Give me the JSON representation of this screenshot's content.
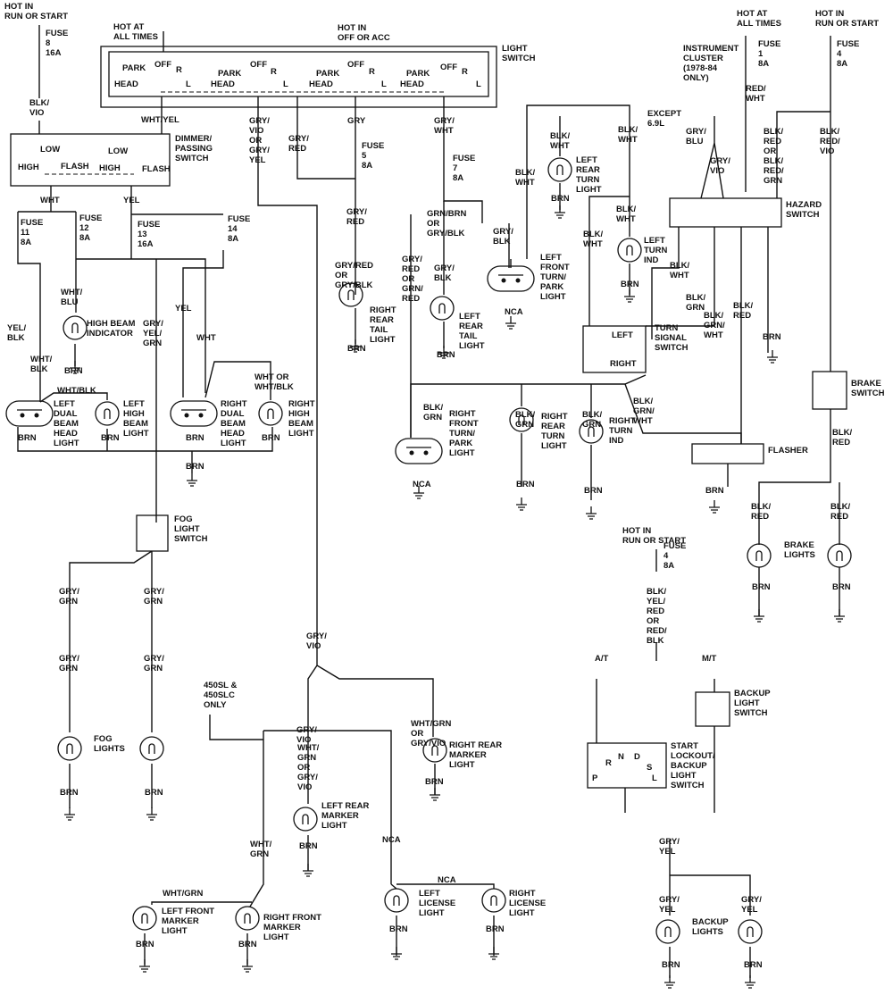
{
  "title": "Exterior Lighting Wiring Diagram",
  "labels": [
    {
      "id": "hot_rs_1",
      "text": "HOT IN\nRUN OR START"
    },
    {
      "id": "fuse8",
      "text": "FUSE\n8\n16A"
    },
    {
      "id": "blkvio_1",
      "text": "BLK/\nVIO"
    },
    {
      "id": "hot_all_1",
      "text": "HOT AT\nALL TIMES"
    },
    {
      "id": "hot_off_acc",
      "text": "HOT IN\nOFF OR ACC"
    },
    {
      "id": "light_switch",
      "text": "LIGHT\nSWITCH"
    },
    {
      "id": "ls_park1",
      "text": "PARK"
    },
    {
      "id": "ls_off1",
      "text": "OFF"
    },
    {
      "id": "ls_r1",
      "text": "R"
    },
    {
      "id": "ls_head1",
      "text": "HEAD"
    },
    {
      "id": "ls_l1",
      "text": "L"
    },
    {
      "id": "ls_park2",
      "text": "PARK"
    },
    {
      "id": "ls_off2",
      "text": "OFF"
    },
    {
      "id": "ls_r2",
      "text": "R"
    },
    {
      "id": "ls_head2",
      "text": "HEAD"
    },
    {
      "id": "ls_l2",
      "text": "L"
    },
    {
      "id": "ls_park3",
      "text": "PARK"
    },
    {
      "id": "ls_off3",
      "text": "OFF"
    },
    {
      "id": "ls_r3",
      "text": "R"
    },
    {
      "id": "ls_head3",
      "text": "HEAD"
    },
    {
      "id": "ls_l3",
      "text": "L"
    },
    {
      "id": "ls_park4",
      "text": "PARK"
    },
    {
      "id": "ls_off4",
      "text": "OFF"
    },
    {
      "id": "ls_r4",
      "text": "R"
    },
    {
      "id": "ls_head4",
      "text": "HEAD"
    },
    {
      "id": "ls_l4",
      "text": "L"
    },
    {
      "id": "whtyel",
      "text": "WHT/YEL"
    },
    {
      "id": "gryvio_or",
      "text": "GRY/\nVIO\nOR\nGRY/\nYEL"
    },
    {
      "id": "gryred_1",
      "text": "GRY/\nRED"
    },
    {
      "id": "gry_1",
      "text": "GRY"
    },
    {
      "id": "grywht",
      "text": "GRY/\nWHT"
    },
    {
      "id": "fuse5",
      "text": "FUSE\n5\n8A"
    },
    {
      "id": "fuse7",
      "text": "FUSE\n7\n8A"
    },
    {
      "id": "dimmer",
      "text": "DIMMER/\nPASSING\nSWITCH"
    },
    {
      "id": "low1",
      "text": "LOW"
    },
    {
      "id": "low2",
      "text": "LOW"
    },
    {
      "id": "high1",
      "text": "HIGH"
    },
    {
      "id": "flash1",
      "text": "FLASH"
    },
    {
      "id": "high2",
      "text": "HIGH"
    },
    {
      "id": "flash2",
      "text": "FLASH"
    },
    {
      "id": "wht_1",
      "text": "WHT"
    },
    {
      "id": "yel_1",
      "text": "YEL"
    },
    {
      "id": "fuse11",
      "text": "FUSE\n11\n8A"
    },
    {
      "id": "fuse12",
      "text": "FUSE\n12\n8A"
    },
    {
      "id": "fuse13",
      "text": "FUSE\n13\n16A"
    },
    {
      "id": "fuse14",
      "text": "FUSE\n14\n8A"
    },
    {
      "id": "whtblu",
      "text": "WHT/\nBLU"
    },
    {
      "id": "hb_ind",
      "text": "HIGH BEAM\nINDICATOR"
    },
    {
      "id": "brn_hbi",
      "text": "BRN"
    },
    {
      "id": "yelblk",
      "text": "YEL/\nBLK"
    },
    {
      "id": "whtblk_1",
      "text": "WHT/\nBLK"
    },
    {
      "id": "yel_2",
      "text": "YEL"
    },
    {
      "id": "wht_2",
      "text": "WHT"
    },
    {
      "id": "gryyelgrn",
      "text": "GRY/\nYEL/\nGRN"
    },
    {
      "id": "whtblk_2",
      "text": "WHT/BLK"
    },
    {
      "id": "l_dual",
      "text": "LEFT\nDUAL\nBEAM\nHEAD\nLIGHT"
    },
    {
      "id": "l_high",
      "text": "LEFT\nHIGH\nBEAM\nLIGHT"
    },
    {
      "id": "brn_ld",
      "text": "BRN"
    },
    {
      "id": "brn_lh",
      "text": "BRN"
    },
    {
      "id": "whtor",
      "text": "WHT OR\nWHT/BLK"
    },
    {
      "id": "r_dual",
      "text": "RIGHT\nDUAL\nBEAM\nHEAD\nLIGHT"
    },
    {
      "id": "r_high",
      "text": "RIGHT\nHIGH\nBEAM\nLIGHT"
    },
    {
      "id": "brn_rd",
      "text": "BRN"
    },
    {
      "id": "brn_rh",
      "text": "BRN"
    },
    {
      "id": "brn_hl",
      "text": "BRN"
    },
    {
      "id": "fog_sw",
      "text": "FOG\nLIGHT\nSWITCH"
    },
    {
      "id": "grygrn_1",
      "text": "GRY/\nGRN"
    },
    {
      "id": "grygrn_2",
      "text": "GRY/\nGRN"
    },
    {
      "id": "grygrn_3",
      "text": "GRY/\nGRN"
    },
    {
      "id": "grygrn_4",
      "text": "GRY/\nGRN"
    },
    {
      "id": "fog_lights",
      "text": "FOG\nLIGHTS"
    },
    {
      "id": "brn_f1",
      "text": "BRN"
    },
    {
      "id": "brn_f2",
      "text": "BRN"
    },
    {
      "id": "gryred_2",
      "text": "GRY/\nRED"
    },
    {
      "id": "gryred_or",
      "text": "GRY/RED\nOR\nGRY/BLK"
    },
    {
      "id": "r_tail",
      "text": "RIGHT\nREAR\nTAIL\nLIGHT"
    },
    {
      "id": "brn_rt",
      "text": "BRN"
    },
    {
      "id": "gryred_grnred",
      "text": "GRY/\nRED\nOR\nGRN/\nRED"
    },
    {
      "id": "grnbrn_or",
      "text": "GRN/BRN\nOR\nGRY/BLK"
    },
    {
      "id": "gryblk_1",
      "text": "GRY/\nBLK"
    },
    {
      "id": "l_tail",
      "text": "LEFT\nREAR\nTAIL\nLIGHT"
    },
    {
      "id": "brn_lt",
      "text": "BRN"
    },
    {
      "id": "gryblk_2",
      "text": "GRY/\nBLK"
    },
    {
      "id": "lf_turn",
      "text": "LEFT\nFRONT\nTURN/\nPARK\nLIGHT"
    },
    {
      "id": "nca_1",
      "text": "NCA"
    },
    {
      "id": "blkwht_1",
      "text": "BLK/\nWHT"
    },
    {
      "id": "blkwht_2",
      "text": "BLK/\nWHT"
    },
    {
      "id": "lr_turn",
      "text": "LEFT\nREAR\nTURN\nLIGHT"
    },
    {
      "id": "brn_lrt",
      "text": "BRN"
    },
    {
      "id": "blkwht_3",
      "text": "BLK/\nWHT"
    },
    {
      "id": "blkwht_4",
      "text": "BLK/\nWHT"
    },
    {
      "id": "blkwht_5",
      "text": "BLK/\nWHT"
    },
    {
      "id": "l_ind",
      "text": "LEFT\nTURN\nIND"
    },
    {
      "id": "brn_li",
      "text": "BRN"
    },
    {
      "id": "ts_sw",
      "text": "TURN\nSIGNAL\nSWITCH"
    },
    {
      "id": "ts_left",
      "text": "LEFT"
    },
    {
      "id": "ts_right",
      "text": "RIGHT"
    },
    {
      "id": "blkwht_6",
      "text": "BLK/\nWHT"
    },
    {
      "id": "blkgrn_1",
      "text": "BLK/\nGRN"
    },
    {
      "id": "blkred_1",
      "text": "BLK/\nRED"
    },
    {
      "id": "brn_hz",
      "text": "BRN"
    },
    {
      "id": "blkgrn_2",
      "text": "BLK/\nGRN"
    },
    {
      "id": "rf_turn",
      "text": "RIGHT\nFRONT\nTURN/\nPARK\nLIGHT"
    },
    {
      "id": "nca_2",
      "text": "NCA"
    },
    {
      "id": "blkgrn_3",
      "text": "BLK/\nGRN"
    },
    {
      "id": "rr_turn",
      "text": "RIGHT\nREAR\nTURN\nLIGHT"
    },
    {
      "id": "brn_rrt",
      "text": "BRN"
    },
    {
      "id": "blkgrn_4",
      "text": "BLK/\nGRN"
    },
    {
      "id": "r_ind",
      "text": "RIGHT\nTURN\nIND"
    },
    {
      "id": "brn_ri",
      "text": "BRN"
    },
    {
      "id": "blkgrnwht_1",
      "text": "BLK/\nGRN/\nWHT"
    },
    {
      "id": "blkgrnwht_2",
      "text": "BLK/\nGRN/\nWHT"
    },
    {
      "id": "flasher",
      "text": "FLASHER"
    },
    {
      "id": "brn_fl",
      "text": "BRN"
    },
    {
      "id": "cluster",
      "text": "INSTRUMENT\nCLUSTER\n(1978-84\nONLY)"
    },
    {
      "id": "except",
      "text": "EXCEPT\n6.9L"
    },
    {
      "id": "grybluv",
      "text": "GRY/\nBLU"
    },
    {
      "id": "gryvio_c",
      "text": "GRY/\nVIO"
    },
    {
      "id": "hot_all_2",
      "text": "HOT AT\nALL TIMES"
    },
    {
      "id": "fuse1",
      "text": "FUSE\n1\n8A"
    },
    {
      "id": "redwht",
      "text": "RED/\nWHT"
    },
    {
      "id": "hot_rs_2",
      "text": "HOT IN\nRUN OR START"
    },
    {
      "id": "fuse4a",
      "text": "FUSE\n4\n8A"
    },
    {
      "id": "blkred_or",
      "text": "BLK/\nRED\nOR\nBLK/\nRED/\nGRN"
    },
    {
      "id": "blkredvio",
      "text": "BLK/\nRED/\nVIO"
    },
    {
      "id": "hazard",
      "text": "HAZARD\nSWITCH"
    },
    {
      "id": "brake_sw",
      "text": "BRAKE\nSWITCH"
    },
    {
      "id": "blkred_2",
      "text": "BLK/\nRED"
    },
    {
      "id": "blkred_3",
      "text": "BLK/\nRED"
    },
    {
      "id": "blkred_4",
      "text": "BLK/\nRED"
    },
    {
      "id": "brake_lights",
      "text": "BRAKE\nLIGHTS"
    },
    {
      "id": "brn_b1",
      "text": "BRN"
    },
    {
      "id": "brn_b2",
      "text": "BRN"
    },
    {
      "id": "hot_rs_3",
      "text": "HOT IN\nRUN OR START"
    },
    {
      "id": "fuse4b",
      "text": "FUSE\n4\n8A"
    },
    {
      "id": "blkyelred",
      "text": "BLK/\nYEL/\nRED\n\nOR\nRED/\nBLK"
    },
    {
      "id": "at",
      "text": "A/T"
    },
    {
      "id": "mt",
      "text": "M/T"
    },
    {
      "id": "backup_sw",
      "text": "BACKUP\nLIGHT\nSWITCH"
    },
    {
      "id": "lockout",
      "text": "START\nLOCKOUT/\nBACKUP\nLIGHT\nSWITCH"
    },
    {
      "id": "g_r",
      "text": "R"
    },
    {
      "id": "g_n",
      "text": "N"
    },
    {
      "id": "g_d",
      "text": "D"
    },
    {
      "id": "g_s",
      "text": "S"
    },
    {
      "id": "g_p",
      "text": "P"
    },
    {
      "id": "g_l",
      "text": "L"
    },
    {
      "id": "gryyel_1",
      "text": "GRY/\nYEL"
    },
    {
      "id": "gryyel_2",
      "text": "GRY/\nYEL"
    },
    {
      "id": "gryyel_3",
      "text": "GRY/\nYEL"
    },
    {
      "id": "backup_lights",
      "text": "BACKUP\nLIGHTS"
    },
    {
      "id": "brn_bk1",
      "text": "BRN"
    },
    {
      "id": "brn_bk2",
      "text": "BRN"
    },
    {
      "id": "gryvio_m",
      "text": "GRY/\nVIO"
    },
    {
      "id": "slc",
      "text": "450SL &\n450SLC\nONLY"
    },
    {
      "id": "gryvio_m2",
      "text": "GRY/\nVIO"
    },
    {
      "id": "whtgrn_or_1",
      "text": "WHT/GRN\nOR\nGRY/VIO"
    },
    {
      "id": "rr_marker",
      "text": "RIGHT REAR\nMARKER\nLIGHT"
    },
    {
      "id": "brn_rrm",
      "text": "BRN"
    },
    {
      "id": "whtgrn_or_2",
      "text": "WHT/\nGRN\nOR\nGRY/\nVIO"
    },
    {
      "id": "lr_marker",
      "text": "LEFT REAR\nMARKER\nLIGHT"
    },
    {
      "id": "brn_lrm",
      "text": "BRN"
    },
    {
      "id": "nca_3",
      "text": "NCA"
    },
    {
      "id": "whtgrn_1",
      "text": "WHT/\nGRN"
    },
    {
      "id": "nca_4",
      "text": "NCA"
    },
    {
      "id": "whtgrn_2",
      "text": "WHT/GRN"
    },
    {
      "id": "lf_marker",
      "text": "LEFT FRONT\nMARKER\nLIGHT"
    },
    {
      "id": "rf_marker",
      "text": "RIGHT FRONT\nMARKER\nLIGHT"
    },
    {
      "id": "l_lic",
      "text": "LEFT\nLICENSE\nLIGHT"
    },
    {
      "id": "r_lic",
      "text": "RIGHT\nLICENSE\nLIGHT"
    },
    {
      "id": "brn_lfm",
      "text": "BRN"
    },
    {
      "id": "brn_rfm",
      "text": "BRN"
    },
    {
      "id": "brn_ll",
      "text": "BRN"
    },
    {
      "id": "brn_rl",
      "text": "BRN"
    }
  ]
}
